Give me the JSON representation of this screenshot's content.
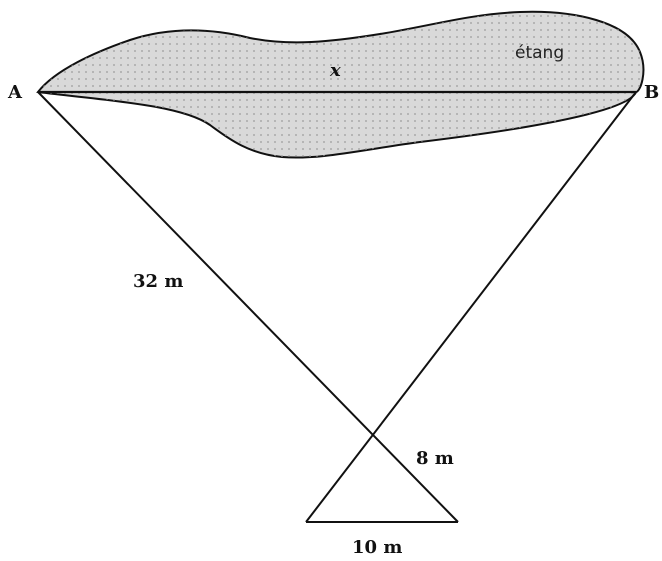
{
  "figure": {
    "point_a": "A",
    "point_b": "B",
    "unknown_length": "x",
    "pond_label": "étang",
    "segment_long": "32 m",
    "segment_short": "8 m",
    "segment_base": "10 m"
  },
  "colors": {
    "pond_fill": "#d9d9d9",
    "stroke": "#111111",
    "dots": "#9a9a9a"
  }
}
